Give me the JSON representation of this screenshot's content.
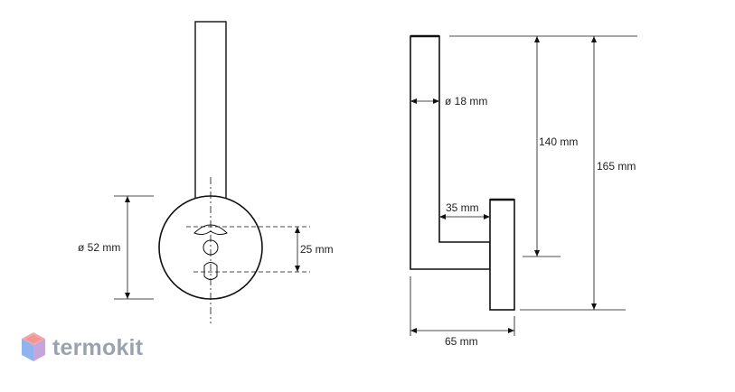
{
  "drawing": {
    "front_view": {
      "diameter_label": "ø 52 mm",
      "hole_spacing_label": "25 mm"
    },
    "side_view": {
      "rod_diameter_label": "ø 18 mm",
      "inner_length_label": "140 mm",
      "total_height_label": "165 mm",
      "arm_length_label": "35 mm",
      "depth_label": "65 mm"
    }
  },
  "logo": {
    "text": "termokit",
    "text_color": "#9aa3ad",
    "icon_colors": [
      "#f08a8a",
      "#7fa8e8",
      "#c9a0dc"
    ]
  },
  "colors": {
    "line": "#111111",
    "dim": "#222222"
  }
}
